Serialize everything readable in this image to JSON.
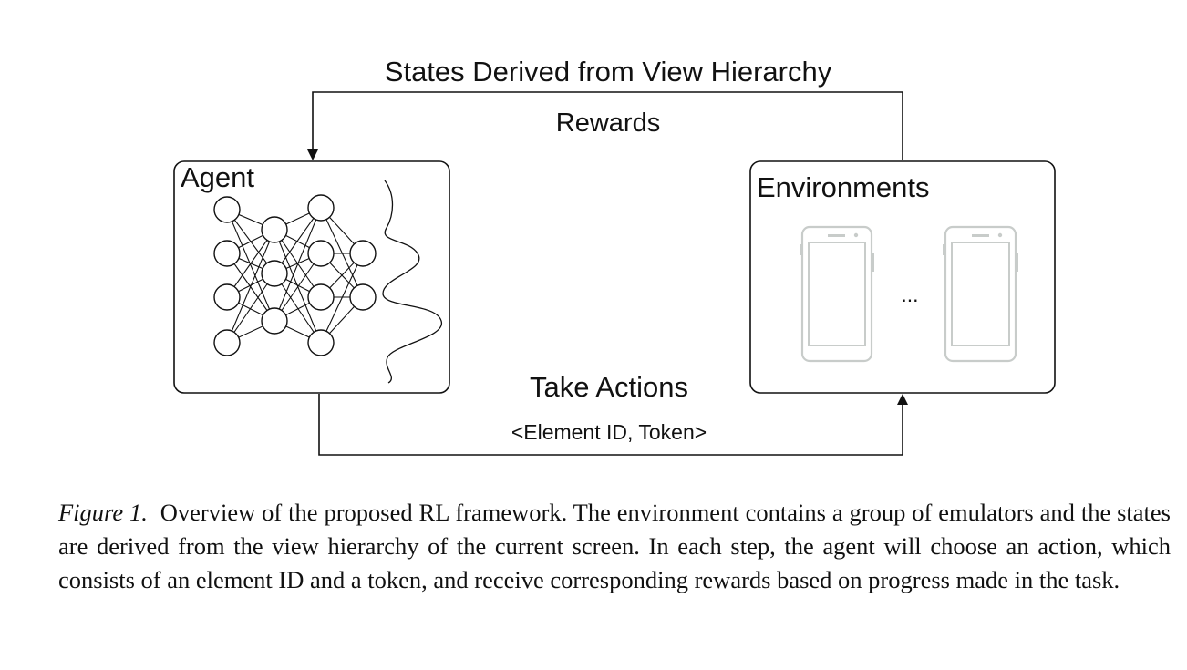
{
  "diagram": {
    "states_label": "States Derived from View Hierarchy",
    "rewards_label": "Rewards",
    "agent_label": "Agent",
    "environments_label": "Environments",
    "ellipsis": "...",
    "actions_label": "Take Actions",
    "action_tuple": "<Element ID, Token>",
    "colors": {
      "line": "#111111",
      "phone": "#c8ccca"
    }
  },
  "caption": {
    "figure_label": "Figure 1.",
    "text": "Overview of the proposed RL framework. The environment contains a group of emulators and the states are derived from the view hierarchy of the current screen. In each step, the agent will choose an action, which consists of an element ID and a token, and receive corresponding rewards based on progress made in the task."
  }
}
